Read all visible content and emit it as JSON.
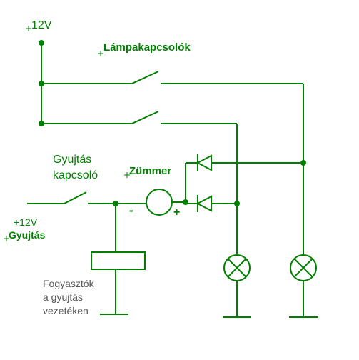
{
  "diagram": {
    "colors": {
      "wire": "#008000",
      "text": "#008000",
      "text_secondary": "#555555",
      "background": "#ffffff"
    },
    "labels": {
      "supply_12v": "12V",
      "lamp_switches": "Lámpakapcsolók",
      "ignition_switch_line1": "Gyujtás",
      "ignition_switch_line2": "kapcsoló",
      "buzzer": "Zümmer",
      "ignition_supply_line1": "+12V",
      "ignition_supply_line2": "Gyujtás",
      "buzzer_minus": "-",
      "buzzer_plus": "+",
      "consumers_line1": "Fogyasztók",
      "consumers_line2": "a gyujtás",
      "consumers_line3": "vezetéken"
    }
  }
}
